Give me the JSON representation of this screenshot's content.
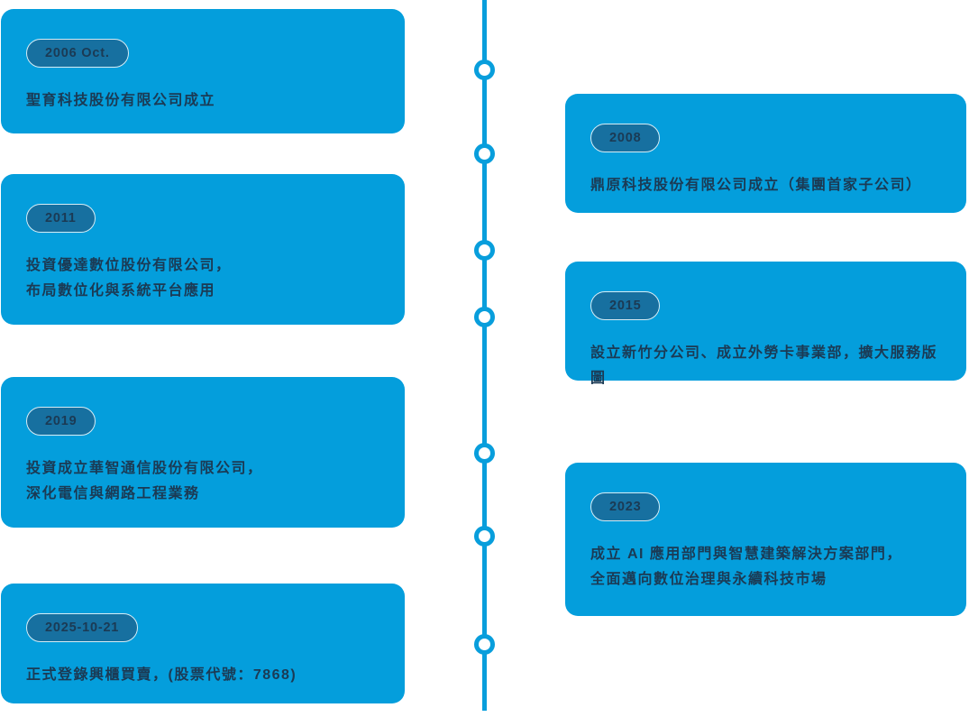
{
  "colors": {
    "card_bg": "#049edc",
    "badge_bg": "#1770a0",
    "badge_border": "#d6ecf5",
    "text": "#1b3a54",
    "line": "#089edc",
    "node_fill": "#ffffff"
  },
  "timeline": {
    "events": [
      {
        "side": "left",
        "badge": "2006 Oct.",
        "lines": [
          "聖育科技股份有限公司成立"
        ]
      },
      {
        "side": "right",
        "badge": "2008",
        "lines": [
          "鼎原科技股份有限公司成立（集團首家子公司）"
        ]
      },
      {
        "side": "left",
        "badge": "2011",
        "lines": [
          "投資優達數位股份有限公司，",
          "布局數位化與系統平台應用"
        ]
      },
      {
        "side": "right",
        "badge": "2015",
        "lines": [
          "設立新竹分公司、成立外勞卡事業部，擴大服務版圖"
        ]
      },
      {
        "side": "left",
        "badge": "2019",
        "lines": [
          "投資成立華智通信股份有限公司，",
          "深化電信與網路工程業務"
        ]
      },
      {
        "side": "right",
        "badge": "2023",
        "lines": [
          "成立 AI 應用部門與智慧建築解決方案部門，",
          "全面邁向數位治理與永續科技市場"
        ]
      },
      {
        "side": "left",
        "badge": "2025-10-21",
        "lines": [
          "正式登錄興櫃買賣，(股票代號：7868)"
        ]
      }
    ]
  }
}
